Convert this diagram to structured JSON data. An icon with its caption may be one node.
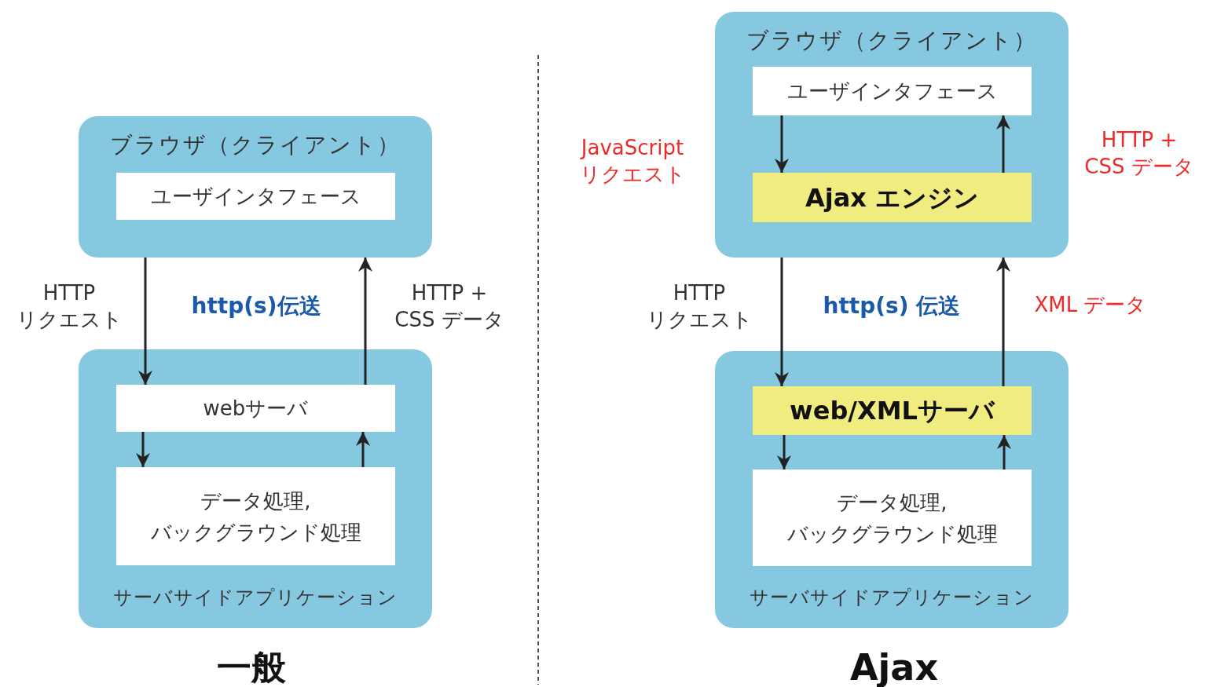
{
  "diagram": {
    "nodes": [
      {
        "text": [
          "ブラウザ（クライアント）"
        ]
      },
      {
        "text": [
          "ユーザインタフェース"
        ],
        "in": 0
      },
      {
        "text": [
          "サーバサイドアプリケーション"
        ]
      },
      {
        "text": [
          "webサーバ"
        ],
        "in": 2
      },
      {
        "text": [
          "データ処理,バックグラウンド処理"
        ],
        "in": 2
      },
      {
        "text": [
          "ブラウザ（クライアント）"
        ]
      },
      {
        "text": [
          "ユーザインタフェース"
        ],
        "in": 5
      },
      {
        "text": [
          "Ajax エンジン"
        ],
        "in": 5
      },
      {
        "text": [
          "サーバサイドアプリケーション"
        ]
      },
      {
        "text": [
          "web/XMLサーバ"
        ],
        "in": 8
      },
      {
        "text": [
          "データ処理,バックグラウンド処理"
        ],
        "in": 8
      }
    ],
    "edges": [
      {
        "from": 0,
        "to": 3,
        "arrow": "to",
        "label": "HTTP リクエスト"
      },
      {
        "from": 3,
        "to": 0,
        "arrow": "to",
        "label": "HTTP + CSS データ"
      },
      {
        "from": 3,
        "to": 4,
        "arrow": "to"
      },
      {
        "from": 4,
        "to": 3,
        "arrow": "to"
      },
      {
        "from": 6,
        "to": 7,
        "arrow": "to",
        "label": "JavaScript リクエスト"
      },
      {
        "from": 7,
        "to": 6,
        "arrow": "to",
        "label": "HTTP + CSS データ"
      },
      {
        "from": 5,
        "to": 9,
        "arrow": "to",
        "label": "HTTP リクエスト"
      },
      {
        "from": 9,
        "to": 5,
        "arrow": "to",
        "label": "XML データ"
      },
      {
        "from": 9,
        "to": 10,
        "arrow": "to"
      },
      {
        "from": 10,
        "to": 9,
        "arrow": "to"
      }
    ],
    "labels": [
      "http(s)伝送",
      "http(s) 伝送",
      "一般",
      "Ajax"
    ]
  }
}
